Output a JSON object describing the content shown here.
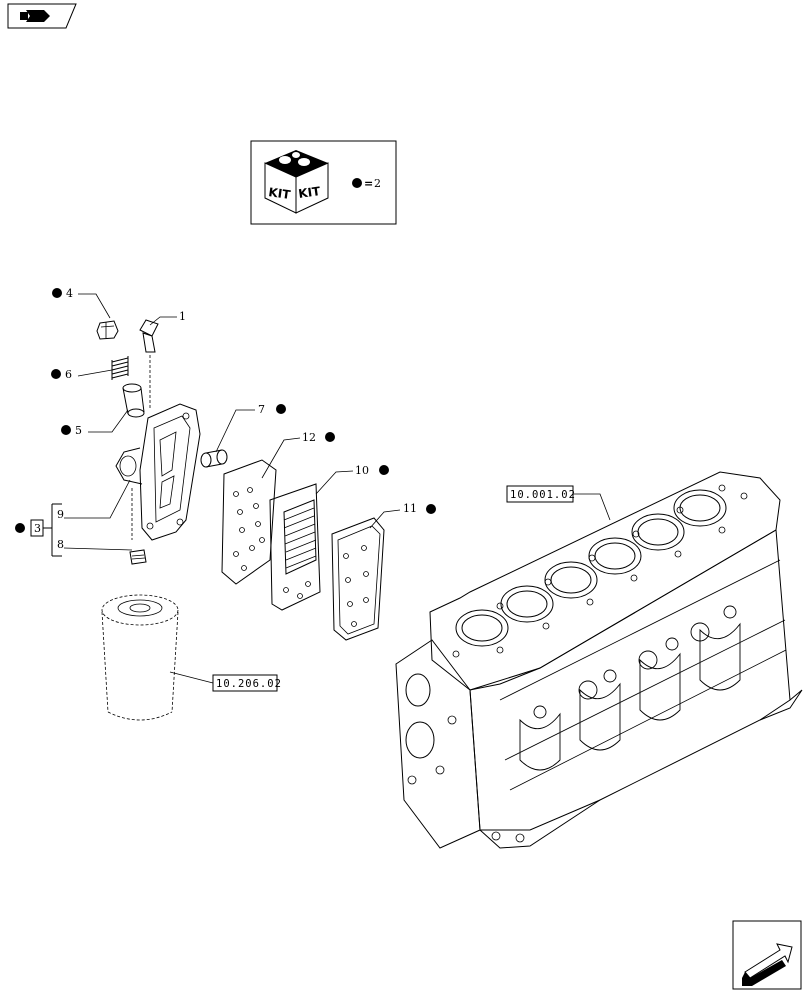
{
  "kit_legend": {
    "kit_label_left": "KIT",
    "kit_label_right": "KIT",
    "equals_text": "=",
    "kit_number": "2"
  },
  "callouts": {
    "p1": "1",
    "p3": "3",
    "p4": "4",
    "p5": "5",
    "p6": "6",
    "p7": "7",
    "p8": "8",
    "p9": "9",
    "p10": "10",
    "p11": "11",
    "p12": "12"
  },
  "references": {
    "engine_block": "10.001.02",
    "oil_filter": "10.206.02"
  },
  "icons": {
    "top_left": "book-navigation-icon",
    "bottom_right": "next-page-arrow-icon",
    "kit_marker": "kit-bullet-icon"
  }
}
